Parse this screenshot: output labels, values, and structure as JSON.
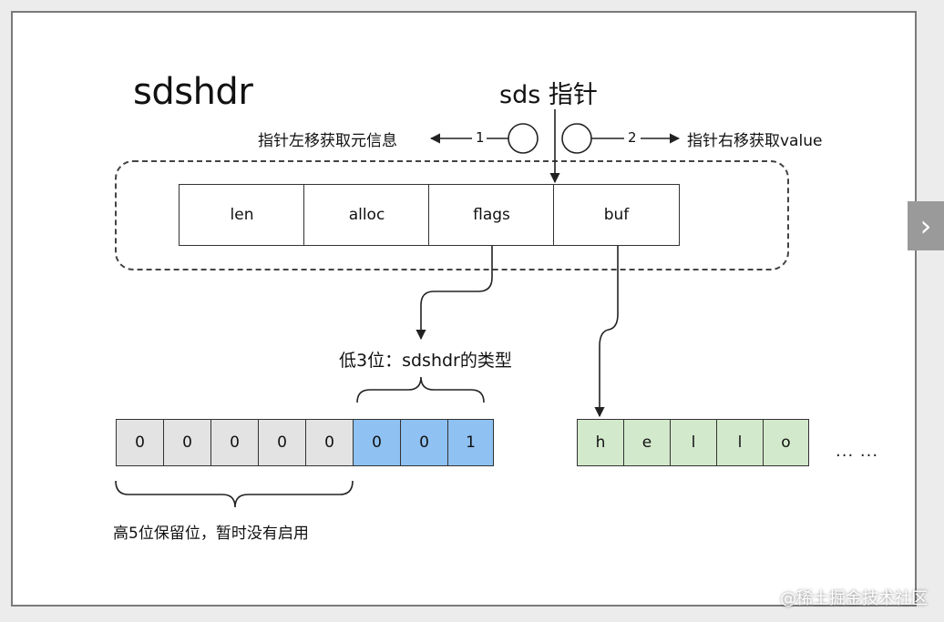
{
  "title": "sdshdr",
  "pointer_label": "sds 指针",
  "left_arrow": {
    "label": "指针左移获取元信息",
    "step": "1"
  },
  "right_arrow": {
    "label": "指针右移获取value",
    "step": "2"
  },
  "fields": [
    "len",
    "alloc",
    "flags",
    "buf"
  ],
  "flags_annotation": "低3位：sdshdr的类型",
  "bits": [
    "0",
    "0",
    "0",
    "0",
    "0",
    "0",
    "0",
    "1"
  ],
  "reserved_annotation": "高5位保留位，暂时没有启用",
  "buf_chars": [
    "h",
    "e",
    "l",
    "l",
    "o"
  ],
  "ellipsis": "... ...",
  "watermark": "@稀土掘金技术社区",
  "colors": {
    "bit_default": "#e3e3e3",
    "bit_type": "#8fc1f2",
    "buf_char": "#d3e9cc"
  },
  "icons": {
    "next": "chevron-right-icon"
  }
}
